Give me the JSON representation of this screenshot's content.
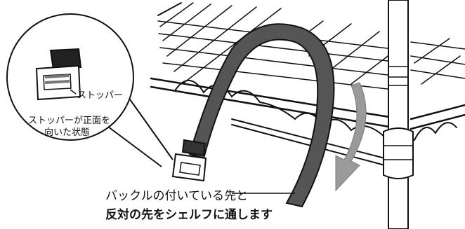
{
  "labels": {
    "stopper": "ストッパー",
    "stopper_state_line1": "ストッパーが正面を",
    "stopper_state_line2": "向いた状態"
  },
  "caption": {
    "line1": "バックルの付いている先と",
    "line2": "反対の先をシェルフに通します"
  },
  "colors": {
    "strap": "#555555",
    "arrow": "#9a9a9a",
    "line": "#111111"
  },
  "icons": [
    "shelf-illustration",
    "pole-illustration",
    "strap-illustration",
    "buckle-illustration",
    "direction-arrow-icon",
    "zoom-callout-circle"
  ]
}
